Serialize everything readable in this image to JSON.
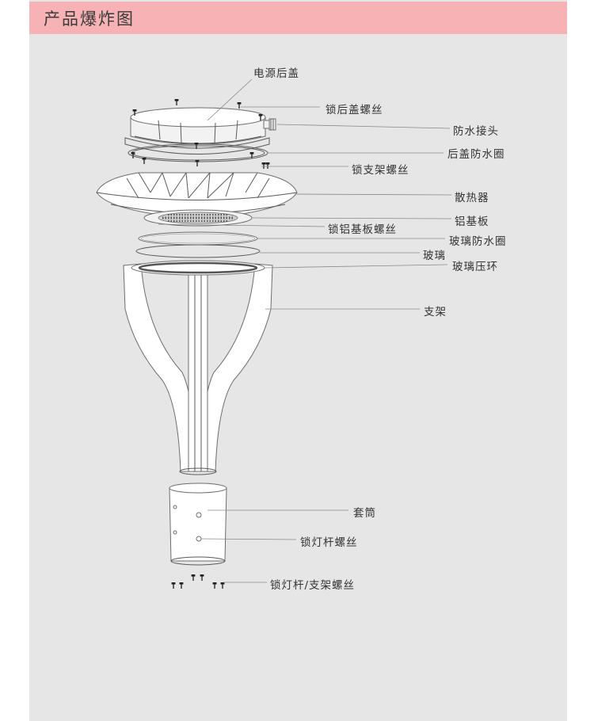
{
  "header": {
    "title": "产品爆炸图"
  },
  "colors": {
    "header_bg": "#f6b2b5",
    "panel_bg": "#e6e6e6"
  },
  "labels": {
    "rear_cover": "电源后盖",
    "rear_cover_screw": "锁后盖螺丝",
    "waterproof_connector": "防水接头",
    "rear_cover_seal": "后盖防水圈",
    "bracket_screw": "锁支架螺丝",
    "heat_sink": "散热器",
    "aluminum_plate": "铝基板",
    "aluminum_plate_screw": "锁铝基板螺丝",
    "glass_seal": "玻璃防水圈",
    "glass": "玻璃",
    "glass_ring": "玻璃压环",
    "bracket": "支架",
    "sleeve": "套筒",
    "pole_screw": "锁灯杆螺丝",
    "pole_bracket_screw": "锁灯杆/支架螺丝"
  }
}
